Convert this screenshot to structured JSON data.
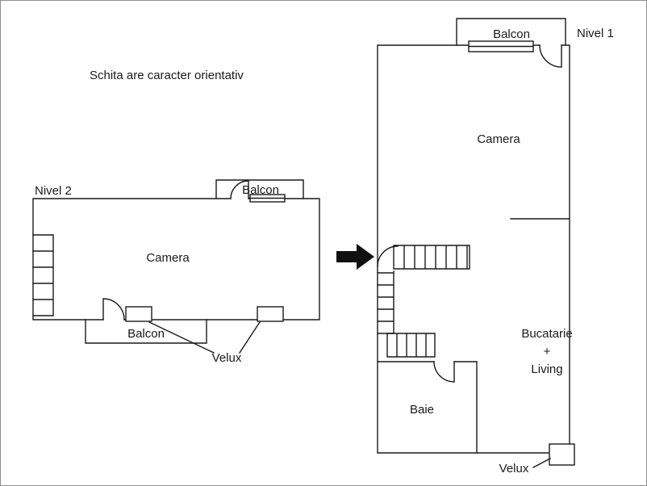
{
  "note": "Schita are caracter orientativ",
  "icons": {
    "level_transition": "right-arrow"
  },
  "colors": {
    "line": "#1a1a1a",
    "background": "#ffffff",
    "frame_border": "#8f8f8f",
    "arrow_fill": "#111111"
  },
  "level2": {
    "title": "Nivel 2",
    "camera_label": "Camera",
    "balcon_top_label": "Balcon",
    "balcon_bottom_label": "Balcon",
    "velux_label": "Velux"
  },
  "level1": {
    "title": "Nivel 1",
    "balcon_label": "Balcon",
    "camera_label": "Camera",
    "bucatarie_label": "Bucatarie",
    "plus_label": "+",
    "living_label": "Living",
    "baie_label": "Baie",
    "velux_label": "Velux"
  }
}
